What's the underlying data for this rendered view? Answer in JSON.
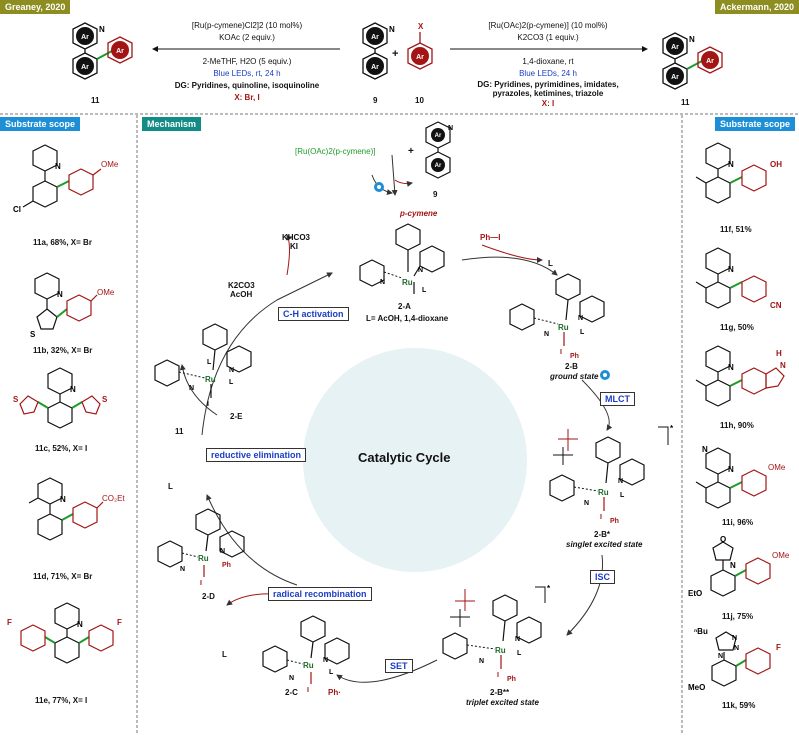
{
  "header": {
    "left_tag": "Greaney, 2020",
    "right_tag": "Ackermann, 2020",
    "left_conditions": [
      "[Ru(p-cymene)Cl2]2 (10 mol%)",
      "KOAc (2 equiv.)",
      "2-MeTHF, H2O (5 equiv.)",
      "Blue LEDs, rt, 24 h",
      "DG: Pyridines, quinoline, isoquinoline",
      "X: Br, I"
    ],
    "right_conditions": [
      "[Ru(OAc)2(p-cymene)] (10 mol%)",
      "K2CO3 (1 equiv.)",
      "1,4-dioxane, rt",
      "Blue LEDs, 24 h",
      "DG: Pyridines, pyrimidines, imidates,",
      "pyrazoles, ketimines, triazole",
      "X: I"
    ],
    "compound_left": "11",
    "compound_9": "9",
    "compound_10": "10",
    "compound_right": "11",
    "plus": "+",
    "x_label": "X"
  },
  "left_panel": {
    "tag": "Substrate scope",
    "items": [
      "11a, 68%, X= Br",
      "11b, 32%, X= Br",
      "11c, 52%, X= I",
      "11d, 71%, X= Br",
      "11e, 77%, X= I"
    ]
  },
  "right_panel": {
    "tag": "Substrate scope",
    "items": [
      "11f, 51%",
      "11g, 50%",
      "11h, 90%",
      "11i, 96%",
      "11j, 75%",
      "11k, 59%"
    ]
  },
  "mechanism": {
    "tag": "Mechanism",
    "center": "Catalytic Cycle",
    "start_catalyst": "[Ru(OAc)2(p-cymene)]",
    "plus": "+",
    "start_9": "9",
    "p_cymene": "p-cymene",
    "ligand_note": "L= AcOH, 1,4-dioxane",
    "steps": {
      "ch_activation": "C-H activation",
      "mlct": "MLCT",
      "isc": "ISC",
      "set": "SET",
      "radical_recombination": "radical recombination",
      "reductive_elimination": "reductive elimination"
    },
    "species": {
      "a": "2-A",
      "b": "2-B",
      "b_state": "ground state",
      "b1": "2-B*",
      "b1_state": "singlet excited state",
      "b2": "2-B**",
      "b2_state": "triplet excited state",
      "c": "2-C",
      "d": "2-D",
      "e": "2-E"
    },
    "reagents": {
      "phi": "Ph—I",
      "khco3": "KHCO3",
      "ki": "KI",
      "k2co3": "K2CO3",
      "acoh": "AcOH",
      "l": "L",
      "product": "11",
      "ph_radical": "Ph·",
      "ph": "Ph",
      "ru": "Ru",
      "i": "I",
      "n": "N",
      "ar": "Ar",
      "star": "*"
    }
  },
  "colors": {
    "olive": "#8d8d22",
    "blue": "#1e8fd6",
    "teal": "#138b86",
    "red": "#a31515",
    "green": "#1e9a2a",
    "circle": "#e6f2f4"
  }
}
